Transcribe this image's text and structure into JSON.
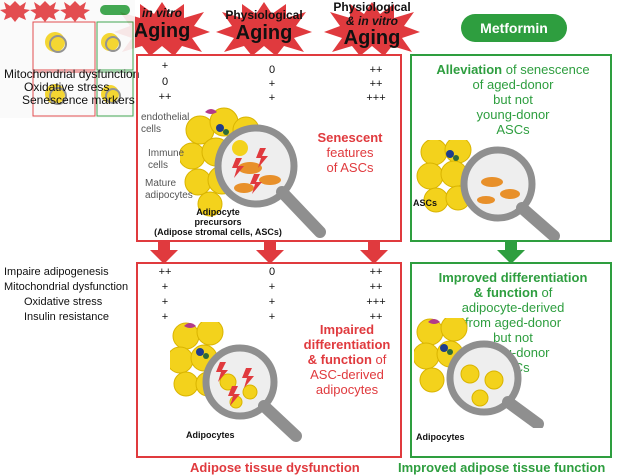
{
  "headers": {
    "col1_line1": "in vitro",
    "col1_line2": "Aging",
    "col2_line1": "Physiological",
    "col2_line2": "Aging",
    "col3_line1": "Physiological",
    "col3_line2": "& in vitro",
    "col3_line3": "Aging",
    "metformin": "Metformin"
  },
  "top_table": {
    "rows": [
      {
        "label": "Mitochondrial dysfunction",
        "v1": "+",
        "v2": "0",
        "v3": "++"
      },
      {
        "label": "Oxidative stress",
        "v1": "0",
        "v2": "+",
        "v3": "++"
      },
      {
        "label": "Senescence markers",
        "v1": "++",
        "v2": "+",
        "v3": "+++"
      }
    ]
  },
  "bottom_table": {
    "rows": [
      {
        "label": "Impaire adipogenesis",
        "v1": "++",
        "v2": "0",
        "v3": "++"
      },
      {
        "label": "Mitochondrial dysfunction",
        "v1": "+",
        "v2": "+",
        "v3": "++"
      },
      {
        "label": "Oxidative stress",
        "v1": "+",
        "v2": "+",
        "v3": "+++"
      },
      {
        "label": "Insulin resistance",
        "v1": "+",
        "v2": "+",
        "v3": "++"
      }
    ]
  },
  "top_illustration": {
    "endothelial": "endothelial\ncells",
    "immune": "Immune\ncells",
    "mature": "Mature\nadipocytes",
    "precursors_line1": "Adipocyte",
    "precursors_line2": "precursors",
    "precursors_line3": "(Adipose stromal cells, ASCs)",
    "senescent_line1": "Senescent",
    "senescent_line2": "features",
    "senescent_line3": "of ASCs"
  },
  "metformin_top": {
    "line1": "Alleviation",
    "line1b": " of senescence",
    "line2": "of aged-donor",
    "line3": "but not",
    "line4": "young-donor",
    "line5": "ASCs",
    "ascs_label": "ASCs"
  },
  "bottom_left": {
    "line1": "Impaired",
    "line2": "differentiation",
    "line3a": "& function",
    "line3b": " of",
    "line4": "ASC-derived",
    "line5": "adipocytes",
    "adipocytes_label": "Adipocytes"
  },
  "metformin_bottom": {
    "line1": "Improved differentiation",
    "line2a": "& function",
    "line2b": " of",
    "line3": "adipocyte-derived",
    "line4": "from aged-donor",
    "line5": "but  not",
    "line6": "young-donor",
    "line7": "ASCs",
    "adipocytes_label": "Adipocytes"
  },
  "footer": {
    "left": "Adipose tissue dysfunction",
    "right": "Improved adipose tissue function"
  },
  "colors": {
    "red": "#e03a3e",
    "green": "#2e9e3f",
    "yellow": "#f3d21c"
  }
}
